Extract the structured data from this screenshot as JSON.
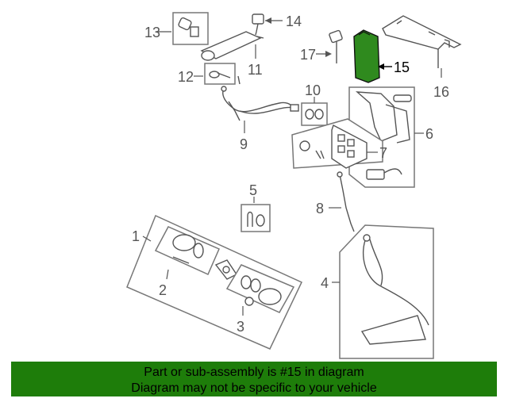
{
  "callouts": {
    "c1": "1",
    "c2": "2",
    "c3": "3",
    "c4": "4",
    "c5": "5",
    "c6": "6",
    "c7": "7",
    "c8": "8",
    "c9": "9",
    "c10": "10",
    "c11": "11",
    "c12": "12",
    "c13": "13",
    "c14": "14",
    "c15": "15",
    "c16": "16",
    "c17": "17"
  },
  "highlighted_part": "15",
  "colors": {
    "highlight": "#2f8a1e",
    "banner": "#1e7d0a"
  },
  "banner": {
    "line1": "Part or sub-assembly is #15 in diagram",
    "line2": "Diagram may not be specific to your vehicle"
  }
}
